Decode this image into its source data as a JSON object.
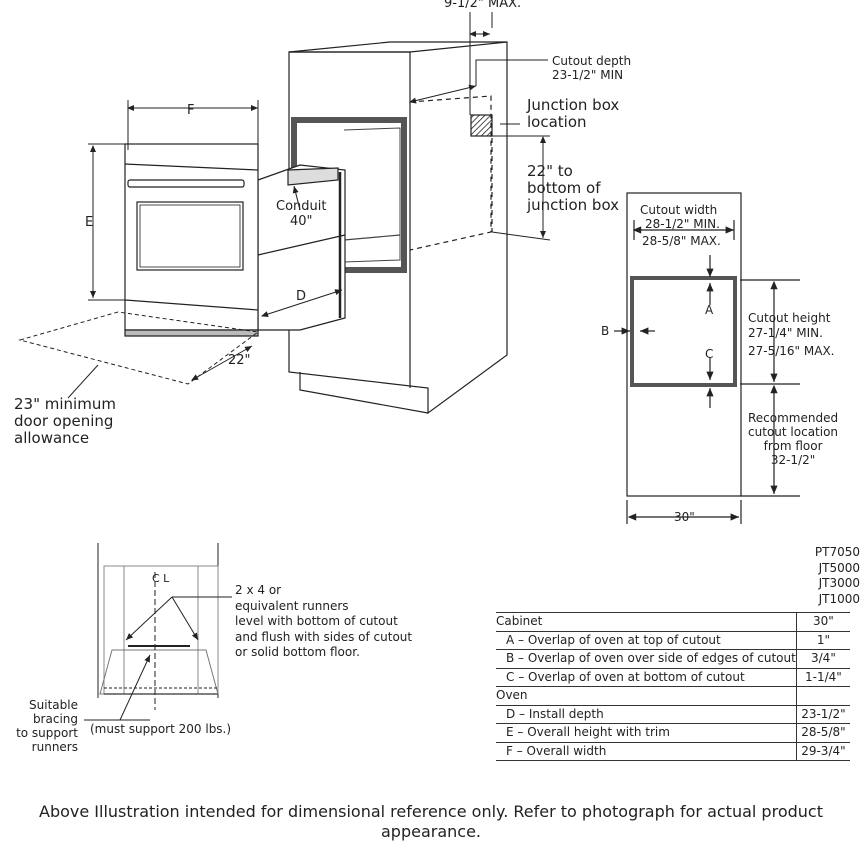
{
  "oven_diagram": {
    "labels": {
      "max_depth": "9-1/2\" MAX.",
      "cutout_depth": "Cutout depth\n23-1/2\" MIN",
      "junction_box": "Junction box\nlocation",
      "to_bottom_junction": "22\" to\nbottom of\njunction box",
      "dim_f": "F",
      "dim_e": "E",
      "dim_d": "D",
      "conduit": "Conduit\n40\"",
      "width_22": "22\"",
      "door_allowance": "23\" minimum\ndoor opening\nallowance"
    }
  },
  "cutout_diagram": {
    "cutout_width": "Cutout width",
    "width_min": "28-1/2\" MIN.",
    "width_max": "28-5/8\" MAX.",
    "label_a": "A",
    "label_b": "B",
    "label_c": "C",
    "cutout_height": "Cutout height",
    "height_min": "27-1/4\" MIN.",
    "height_max": "27-5/16\" MAX.",
    "recommended": "Recommended\ncutout location\nfrom floor\n32-1/2\"",
    "width_30": "30\""
  },
  "runners_diagram": {
    "centerline": "C L",
    "runners_note": "2 x 4 or\nequivalent runners\nlevel with bottom of cutout\nand flush with sides of cutout\nor solid bottom floor.",
    "bracing_note": "Suitable\nbracing\nto support\nrunners",
    "support_note": "(must support 200 lbs.)"
  },
  "spec_table": {
    "models": [
      "PT7050",
      "JT5000",
      "JT3000",
      "JT1000"
    ],
    "rows": [
      {
        "name": "Cabinet",
        "value": "30\""
      },
      {
        "name": "A – Overlap of oven at top of cutout",
        "value": "1\""
      },
      {
        "name": "B – Overlap of oven over side of edges of cutout",
        "value": "3/4\""
      },
      {
        "name": "C – Overlap of oven at bottom of cutout",
        "value": "1-1/4\""
      },
      {
        "name": "Oven",
        "value": ""
      },
      {
        "name": "D – Install depth",
        "value": "23-1/2\""
      },
      {
        "name": "E – Overall height with trim",
        "value": "28-5/8\""
      },
      {
        "name": "F – Overall width",
        "value": "29-3/4\""
      }
    ]
  },
  "footer": "Above Illustration intended for dimensional reference only. Refer to photograph for actual product appearance."
}
